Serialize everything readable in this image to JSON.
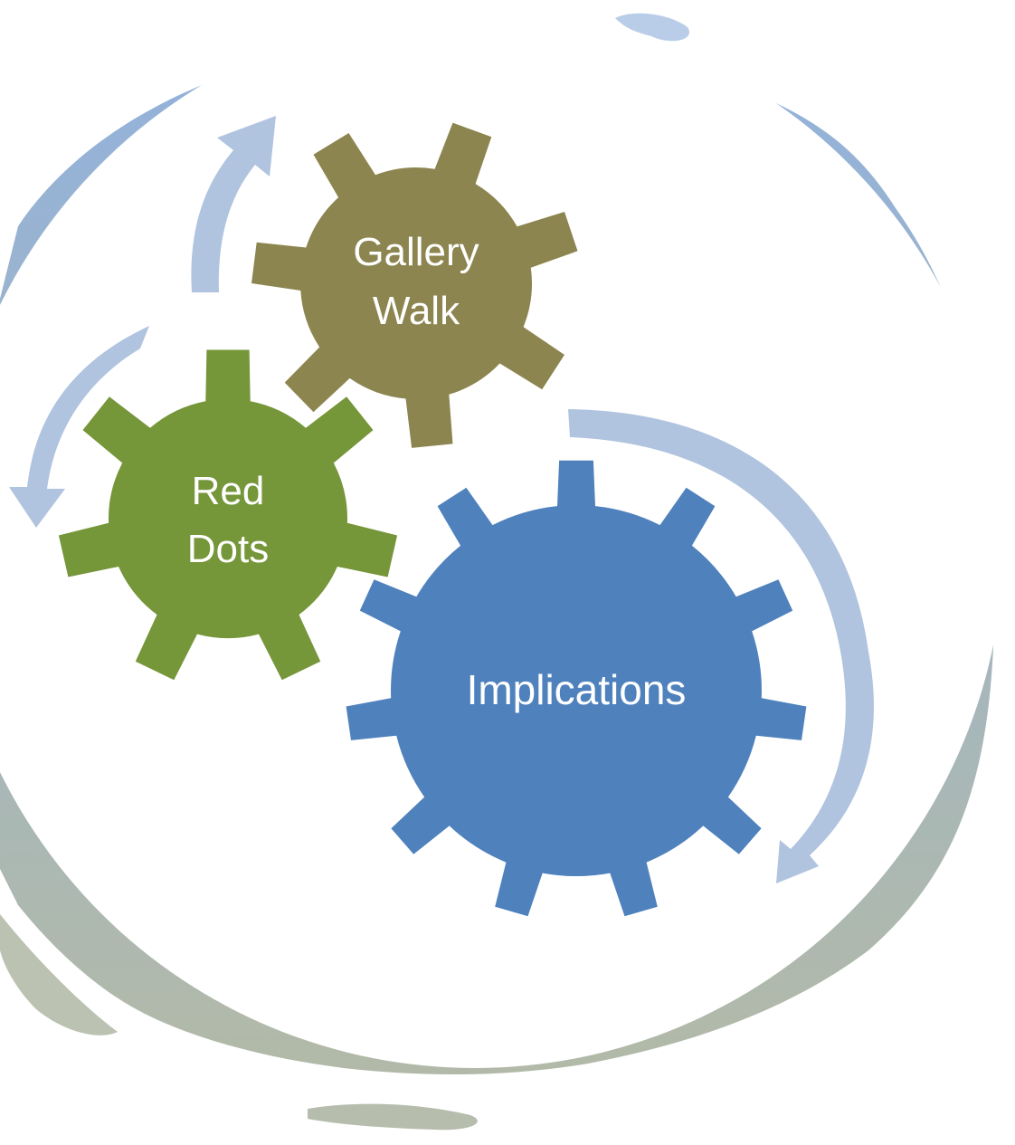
{
  "diagram": {
    "gears": [
      {
        "id": "gallery-walk",
        "lines": [
          "Gallery",
          "Walk"
        ],
        "color": "#8c854f"
      },
      {
        "id": "red-dots",
        "lines": [
          "Red",
          "Dots"
        ],
        "color": "#76963a"
      },
      {
        "id": "implications",
        "lines": [
          "Implications"
        ],
        "color": "#4f81bd"
      }
    ],
    "colors": {
      "arrow": "#b0c3df",
      "ring_top": "#7fa4d6",
      "ring_bottom": "#a4ad98",
      "background": "#ffffff"
    }
  }
}
